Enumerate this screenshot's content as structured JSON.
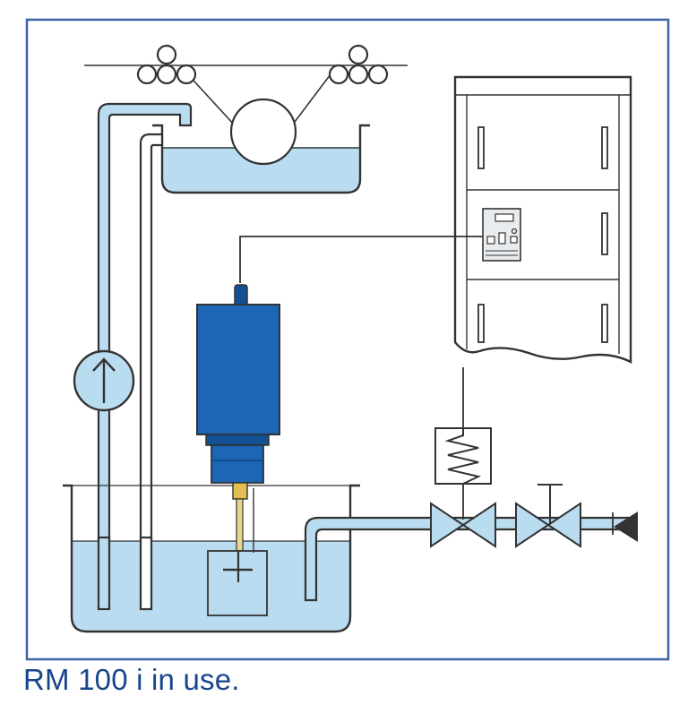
{
  "caption": "RM 100 i in use.",
  "colors": {
    "frame": "#3f63a8",
    "liquid": "#b9dcf0",
    "pipe_outline": "#3b3b3b",
    "motor": "#1c66b5",
    "motor_dark": "#124f93",
    "shaft": "#e2bf52",
    "caption": "#17468c",
    "background": "#ffffff"
  },
  "components": {
    "rollers": "roller-set",
    "pump": "arrow-up-icon",
    "stirrer": "stirrer-motor",
    "controller": "control-cabinet",
    "solenoid": "spring-solenoid",
    "valves": [
      "valve-icon",
      "valve-icon"
    ],
    "inlet": "arrow-left-icon"
  }
}
